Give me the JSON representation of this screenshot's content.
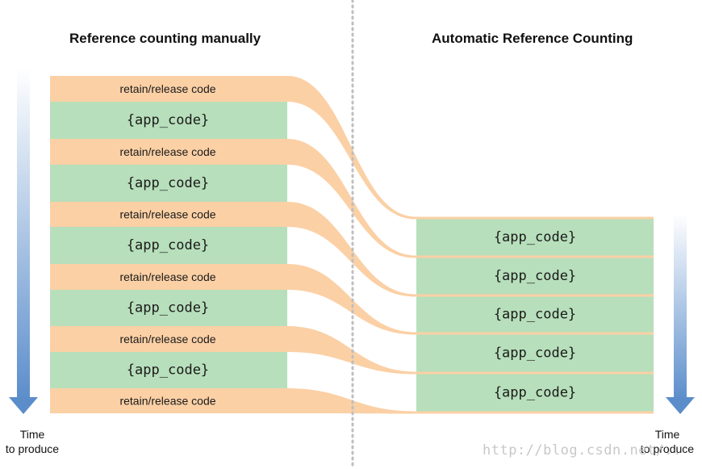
{
  "titles": {
    "left": "Reference counting manually",
    "right": "Automatic Reference Counting"
  },
  "time_label": {
    "left_line1": "Time",
    "left_line2": "to produce",
    "right_line1": "Time",
    "right_line2": "to produce"
  },
  "blocks": {
    "retain": "retain/release code",
    "app": "{app_code}"
  },
  "watermark": "http://blog.csdn.net/..",
  "colors": {
    "retain": "#fbd0a5",
    "app": "#b7dfbb",
    "arrow": "#5b8dcb",
    "divider": "#bfbfbf"
  }
}
